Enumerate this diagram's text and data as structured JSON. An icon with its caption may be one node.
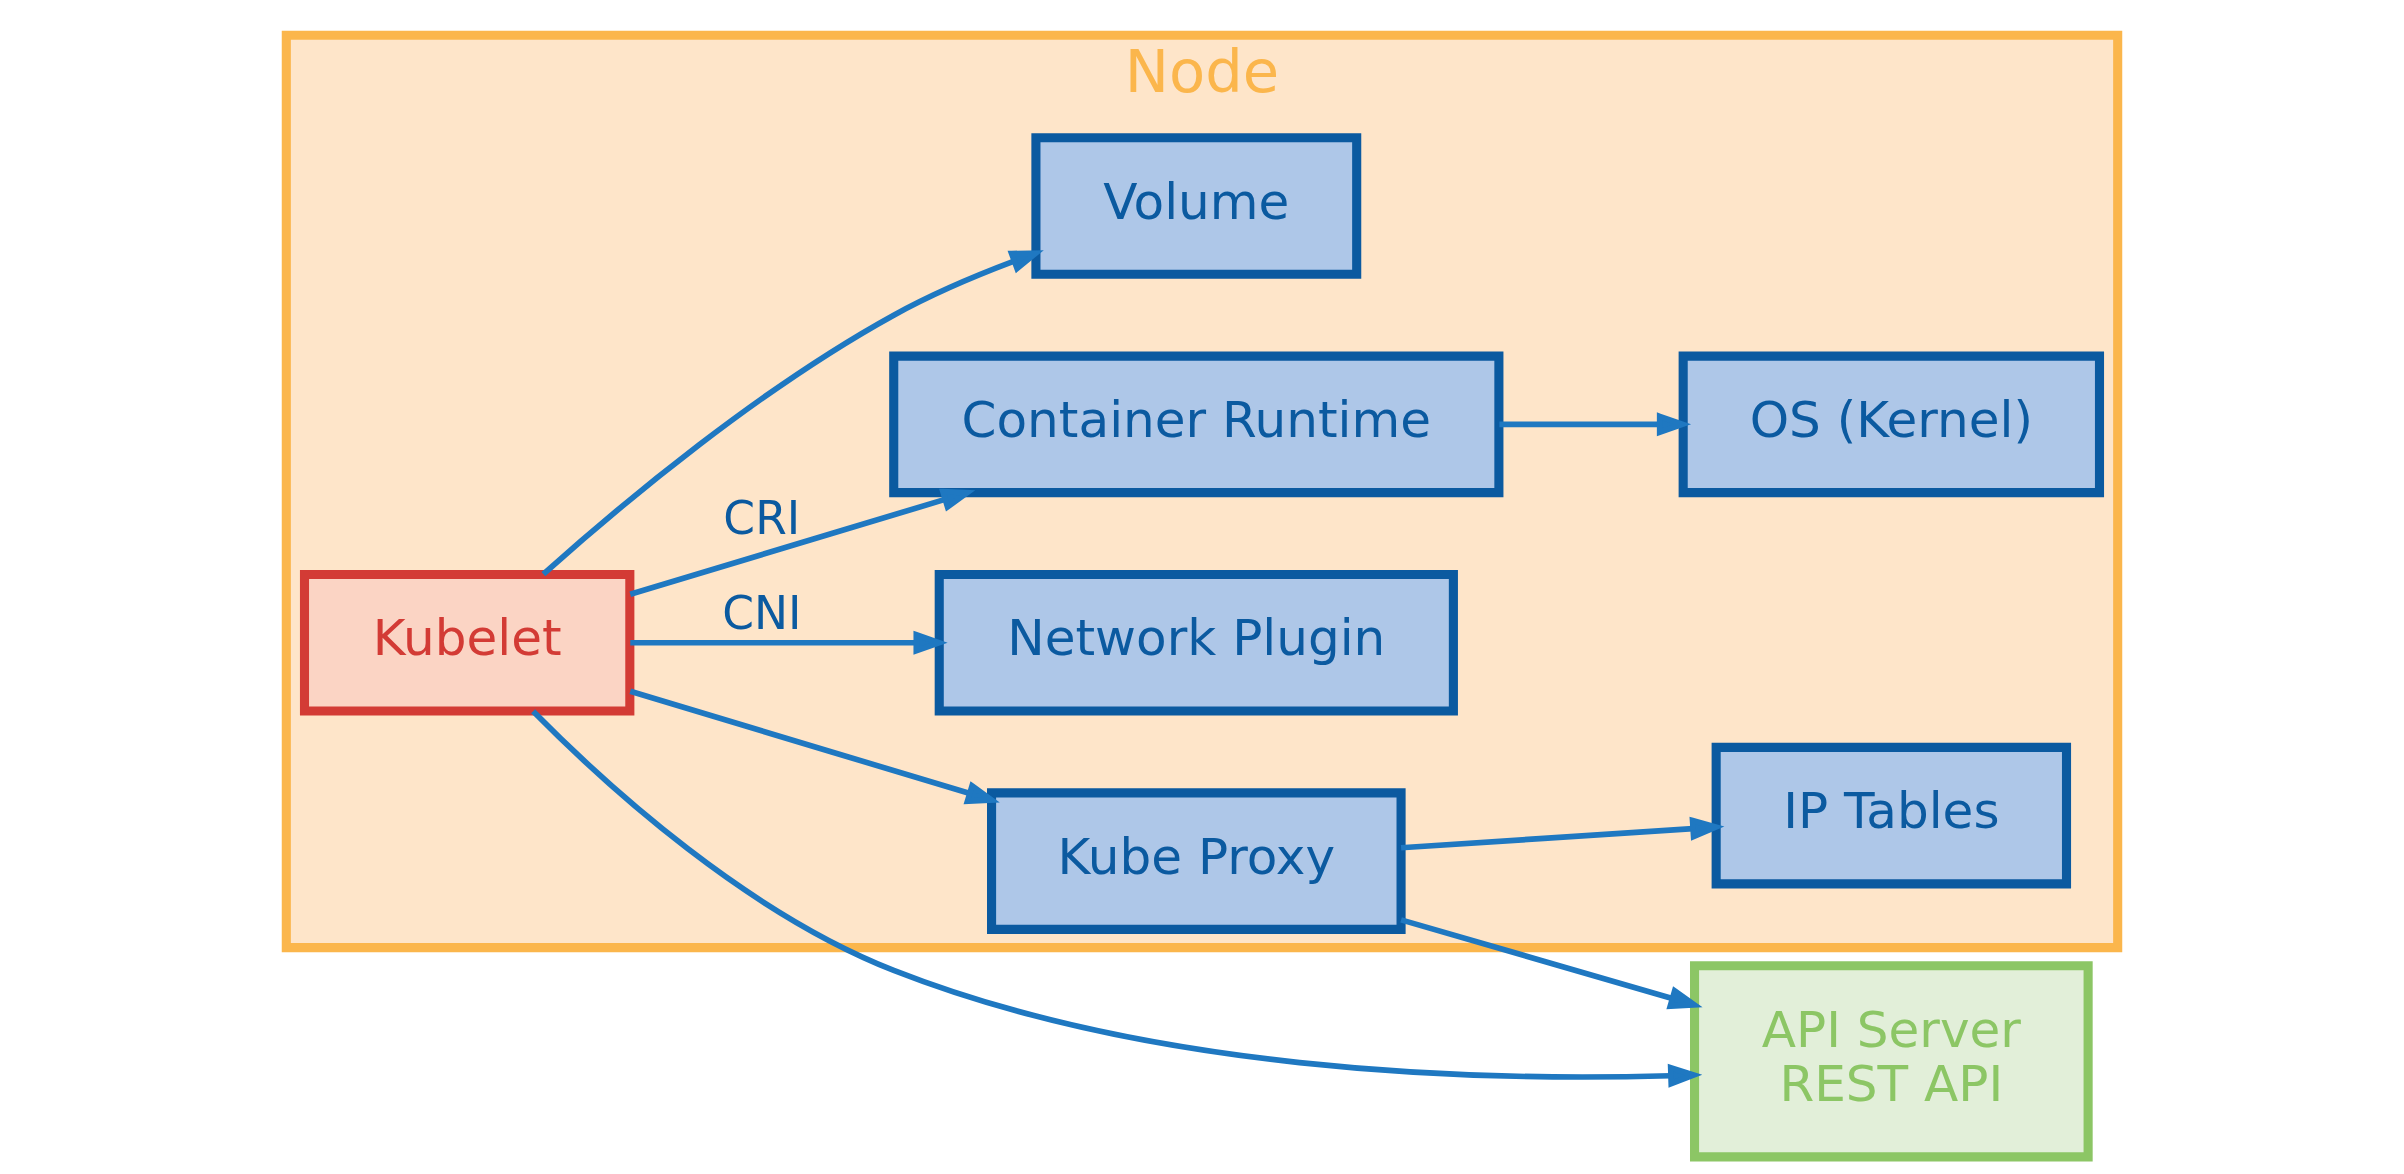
{
  "diagram": {
    "nodes": [
      {
        "text": [
          "API Server",
          "REST API"
        ]
      },
      {
        "text": [
          "Node"
        ]
      },
      {
        "text": [
          "Kube Proxy"
        ],
        "in": 1
      },
      {
        "text": [
          "IP Tables"
        ],
        "in": 1
      },
      {
        "text": [
          "Network Plugin"
        ],
        "in": 1
      },
      {
        "text": [
          "Kubelet"
        ],
        "in": 1
      },
      {
        "text": [
          "Container Runtime"
        ],
        "in": 1
      },
      {
        "text": [
          "Volume"
        ],
        "in": 1
      },
      {
        "text": [
          "OS (Kernel)"
        ],
        "in": 1
      }
    ],
    "edges": [
      {
        "from": 2,
        "to": 0,
        "arrow": "to"
      },
      {
        "from": 2,
        "to": 3,
        "arrow": "to"
      },
      {
        "from": 5,
        "to": 2,
        "arrow": "to"
      },
      {
        "from": 5,
        "to": 4,
        "arrow": "to",
        "label": "CNI"
      },
      {
        "from": 5,
        "to": 0,
        "arrow": "to"
      },
      {
        "from": 5,
        "to": 6,
        "arrow": "to",
        "label": "CRI"
      },
      {
        "from": 5,
        "to": 7,
        "arrow": "to"
      },
      {
        "from": 6,
        "to": 8,
        "arrow": "to"
      }
    ]
  }
}
